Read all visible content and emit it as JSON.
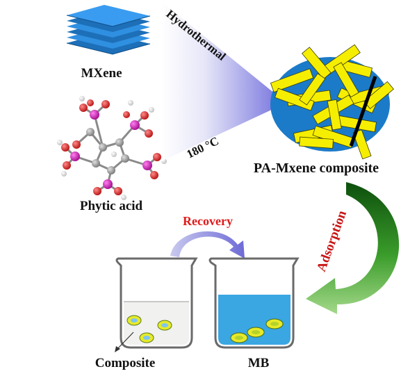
{
  "labels": {
    "mxene": "MXene",
    "phytic_acid": "Phytic acid",
    "composite_product": "PA-Mxene composite",
    "hydrothermal": "Hydrothermal",
    "temperature": "180 °C",
    "recovery": "Recovery",
    "adsorption": "Adsorption",
    "beaker_composite": "Composite",
    "beaker_mb": "MB"
  },
  "colors": {
    "mxene_blue": "#2f8fe0",
    "phosphorus_magenta": "#d81bb5",
    "oxygen_red": "#d11a1a",
    "carbon_grey": "#9a9a9a",
    "composite_yellow": "#f6ee00",
    "arrow_lavender": "#7d7be0",
    "adsorption_green": "#2e9a2e",
    "mb_solution": "#3aa6e2",
    "recovery_red": "#e01a1a",
    "adsorption_red": "#c81414"
  }
}
